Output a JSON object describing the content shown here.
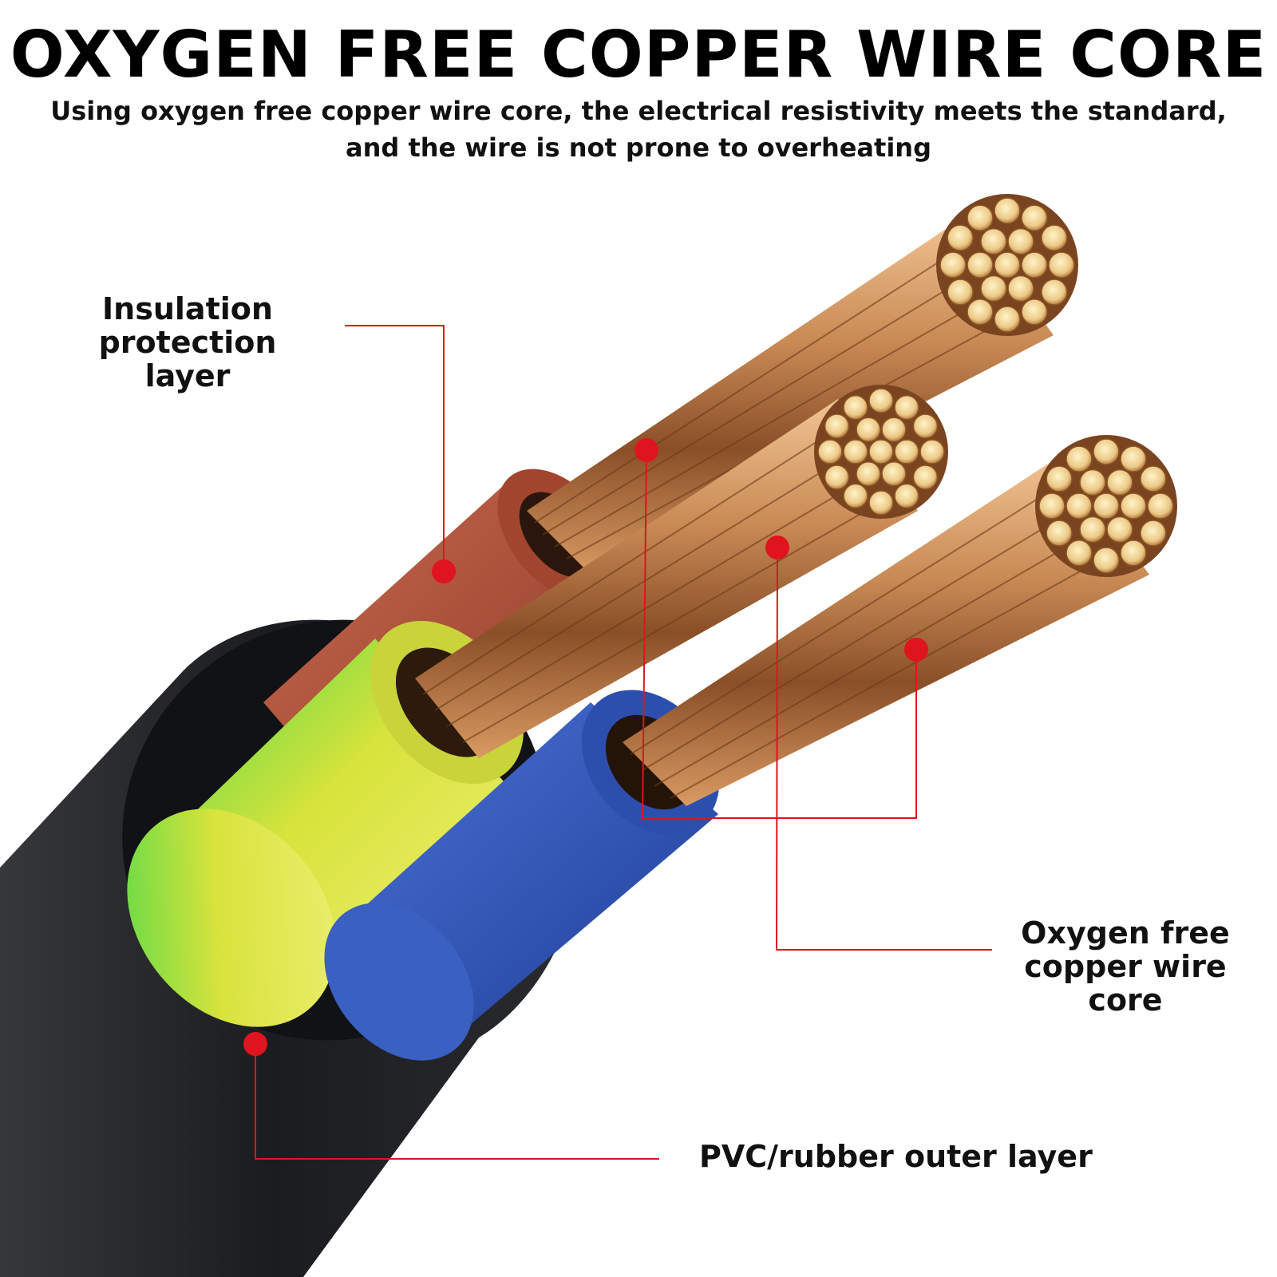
{
  "heading": {
    "title": "OXYGEN FREE COPPER WIRE CORE",
    "subtitle_line1": "Using oxygen free copper wire core, the electrical resistivity meets the standard,",
    "subtitle_line2": "and the wire is not prone to overheating"
  },
  "callouts": {
    "insulation": {
      "line1": "Insulation",
      "line2": "protection layer"
    },
    "core": {
      "line1": "Oxygen free",
      "line2": "copper wire core"
    },
    "outer": {
      "line1": "PVC/rubber outer layer"
    }
  },
  "colors": {
    "callout_red": "#e0141e",
    "copper": "#c98a55",
    "outer_sheath": "#1b1c1f",
    "insulation_brown": "#b5543d",
    "insulation_green_yellow": "#d9e23a",
    "insulation_blue": "#2f55b8"
  }
}
